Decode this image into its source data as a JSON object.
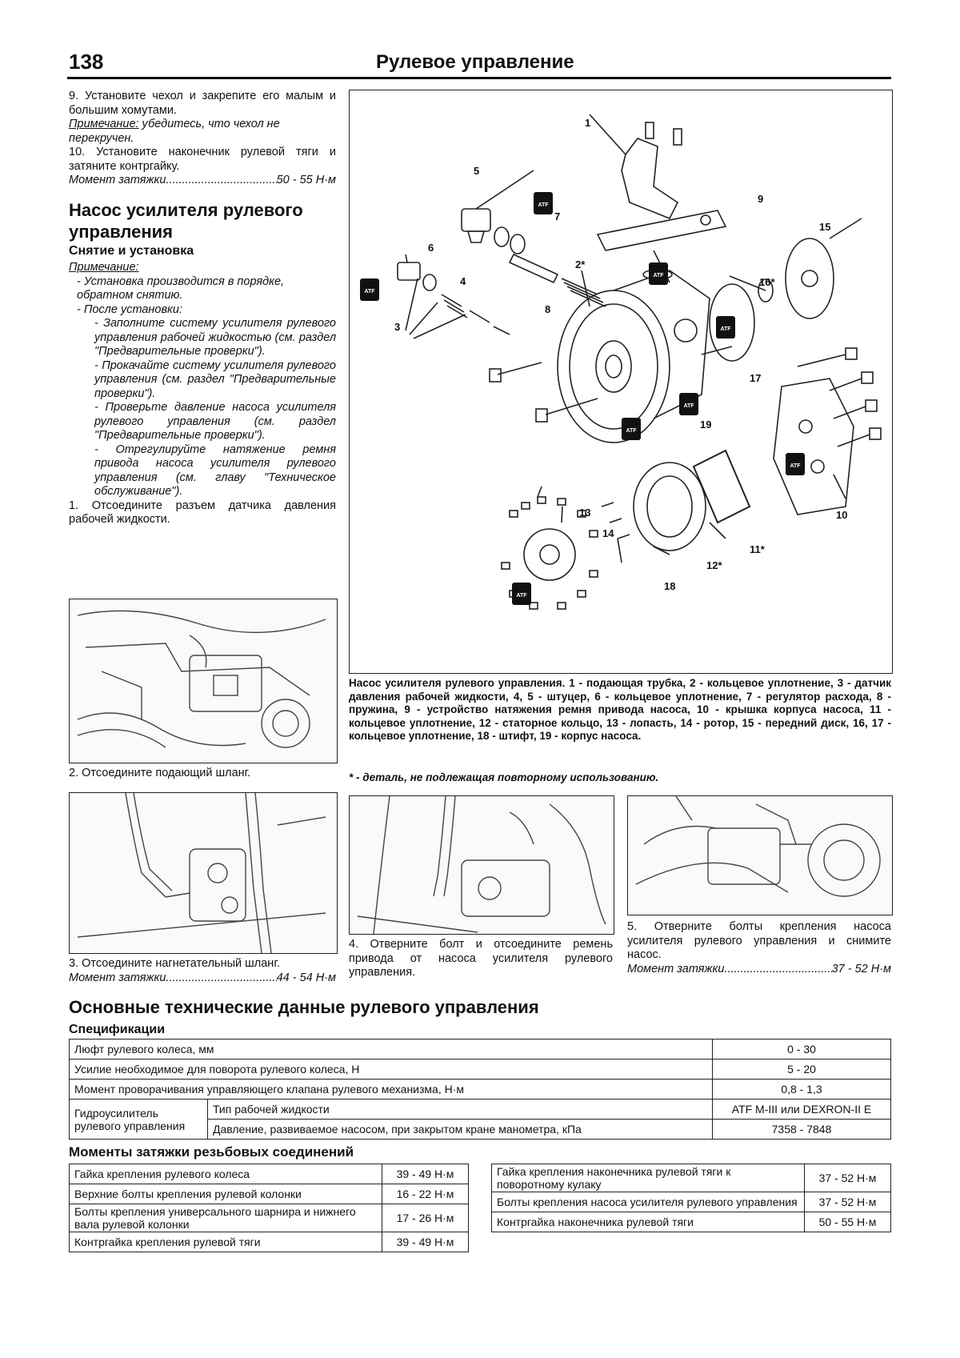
{
  "header": {
    "page_number": "138",
    "running_title": "Рулевое управление"
  },
  "left_col": {
    "step9": "9. Установите чехол и закрепите его малым и большим хомутами.",
    "note9_label": "Примечание:",
    "note9_text": " убедитесь, что чехол не перекручен.",
    "step10": "10. Установите наконечник рулевой тяги и затяните контргайку.",
    "torque10_label": "Момент затяжки",
    "torque10_value": "50 - 55 Н·м",
    "section_title": "Насос усилителя рулевого управления",
    "subsection_title": "Снятие и установка",
    "note_label": "Примечание:",
    "note_line1": "- Установка производится в порядке, обратном снятию.",
    "note_line2": "- После установки:",
    "note_sub1": "- Заполните систему усилителя рулевого управления рабочей жидкостью (см. раздел \"Предварительные проверки\").",
    "note_sub2": "- Прокачайте систему усилителя рулевого управления (см. раздел \"Предварительные проверки\").",
    "note_sub3": "- Проверьте давление насоса усилителя рулевого управления (см. раздел \"Предварительные проверки\").",
    "note_sub4": "- Отрегулируйте натяжение ремня привода насоса усилителя рулевого управления (см. главу \"Техническое обслуживание\").",
    "step1": "1. Отсоедините разъем датчика давления рабочей жидкости.",
    "step2": "2. Отсоедините подающий шланг.",
    "step3": "3. Отсоедините нагнетательный шланг.",
    "torque3_label": "Момент затяжки",
    "torque3_value": "44 - 54 Н·м"
  },
  "diagram": {
    "callouts": [
      "1",
      "2*",
      "3",
      "4",
      "5",
      "6",
      "7",
      "8",
      "9",
      "10",
      "11*",
      "12*",
      "13",
      "14",
      "15",
      "16*",
      "17",
      "18",
      "19"
    ],
    "atf_label": "ATF",
    "caption": "Насос усилителя рулевого управления. 1 - подающая трубка, 2 - кольцевое уплотнение, 3 - датчик давления рабочей жидкости, 4, 5 - штуцер, 6 - кольцевое уплотнение, 7 - регулятор расхода, 8 - пружина, 9 - устройство натяжения ремня привода насоса, 10 - крышка корпуса насоса, 11 - кольцевое уплотнение, 12 - статорное кольцо, 13 - лопасть, 14 - ротор, 15 - передний диск, 16, 17 - кольцевое уплотнение, 18 - штифт, 19 - корпус насоса.",
    "footnote": "* - деталь, не подлежащая повторному использованию."
  },
  "step4": "4. Отверните болт и отсоедините ремень привода от насоса усилителя рулевого управления.",
  "step5": "5. Отверните болты крепления насоса усилителя рулевого управления и снимите насос.",
  "torque5_label": "Момент затяжки",
  "torque5_value": "37 - 52 Н·м",
  "specs": {
    "title": "Основные технические данные рулевого управления",
    "subtitle": "Спецификации",
    "rows": [
      {
        "param": "Люфт рулевого колеса, мм",
        "value": "0 - 30"
      },
      {
        "param": "Усилие необходимое для поворота рулевого колеса, Н",
        "value": "5 - 20"
      },
      {
        "param": "Момент проворачивания управляющего клапана рулевого механизма, Н·м",
        "value": "0,8 - 1,3"
      }
    ],
    "group_label": "Гидроусилитель рулевого управления",
    "group_rows": [
      {
        "param": "Тип рабочей жидкости",
        "value": "ATF M-III или DEXRON-II E"
      },
      {
        "param": "Давление, развиваемое насосом, при закрытом кране манометра, кПа",
        "value": "7358 - 7848"
      }
    ]
  },
  "torques": {
    "title": "Моменты затяжки резьбовых соединений",
    "left": [
      {
        "item": "Гайка крепления рулевого колеса",
        "value": "39 - 49 Н·м"
      },
      {
        "item": "Верхние болты крепления рулевой колонки",
        "value": "16 - 22 Н·м"
      },
      {
        "item": "Болты крепления универсального шарнира и нижнего вала рулевой колонки",
        "value": "17 - 26 Н·м"
      },
      {
        "item": "Контргайка крепления рулевой тяги",
        "value": "39 - 49 Н·м"
      }
    ],
    "right": [
      {
        "item": "Гайка крепления наконечника рулевой тяги к поворотному кулаку",
        "value": "37 - 52 Н·м"
      },
      {
        "item": "Болты крепления насоса усилителя рулевого управления",
        "value": "37 - 52 Н·м"
      },
      {
        "item": "Контргайка наконечника рулевой тяги",
        "value": "50 - 55 Н·м"
      }
    ]
  }
}
